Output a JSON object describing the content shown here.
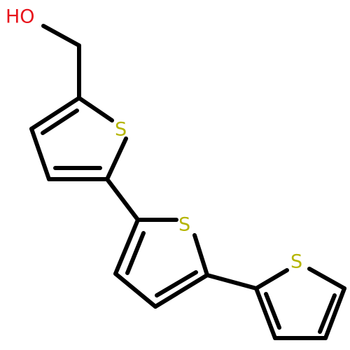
{
  "molecule": {
    "atoms": {
      "hydroxyl": "HO",
      "sulfur_ring1": "S",
      "sulfur_ring2": "S",
      "sulfur_ring3": "S"
    },
    "colors": {
      "bond": "#000000",
      "oxygen": "#e8141c",
      "sulfur": "#b5b500",
      "background": "#ffffff"
    }
  }
}
